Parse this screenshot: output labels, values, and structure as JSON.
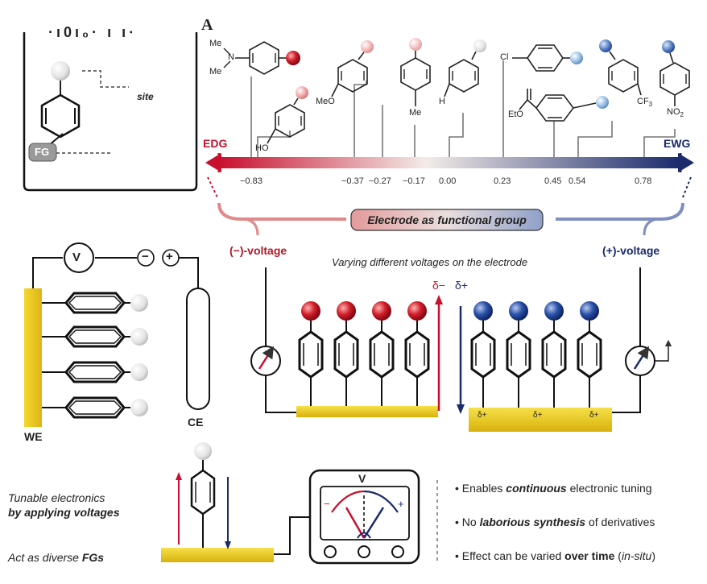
{
  "panel_label": "A",
  "inset": {
    "header_fragment": "·ı0ı₀· ı ı∙",
    "site_label": "site",
    "fg_label": "FG"
  },
  "scale": {
    "edg_label": "EDG",
    "ewg_label": "EWG",
    "values": [
      "−0.83",
      "−0.37",
      "−0.27",
      "−0.17",
      "0.00",
      "0.23",
      "0.45",
      "0.54",
      "0.78"
    ],
    "colors": {
      "edg": "#c8102e",
      "mid": "#f5eee8",
      "ewg": "#1a2a6c"
    }
  },
  "substituents": {
    "nme2_a": "Me",
    "nme2_b": "Me",
    "oh": "HO",
    "ome": "MeO",
    "me": "Me",
    "h": "H",
    "cl": "Cl",
    "oet": "EtO",
    "cf3": "CF",
    "cf3_sub": "3",
    "no2": "NO",
    "no2_sub": "2",
    "n": "N"
  },
  "banner": "Electrode as functional group",
  "voltage": {
    "neg_label": "(−)-voltage",
    "pos_label": "(+)-voltage",
    "caption": "Varying different voltages on the electrode",
    "delta_minus": "δ−",
    "delta_plus": "δ+",
    "delta_plus_small": "δ+"
  },
  "circuit": {
    "v_label": "V",
    "minus": "−",
    "plus": "+",
    "we_label": "WE",
    "ce_label": "CE"
  },
  "bottom": {
    "tunable_line1": "Tunable electronics",
    "tunable_line2": "by applying voltages",
    "diverse_prefix": "Act as diverse ",
    "diverse_bold": "FGs",
    "meter_label": "V",
    "meter_minus": "−",
    "meter_plus": "+",
    "bullet1_pre": "• Enables ",
    "bullet1_bold": "continuous",
    "bullet1_post": " electronic tuning",
    "bullet2_pre": "• No ",
    "bullet2_bold": "laborious synthesis",
    "bullet2_post": " of derivatives",
    "bullet3_pre": "• Effect can be varied ",
    "bullet3_bold": "over time",
    "bullet3_mid": " (",
    "bullet3_it": "in-situ",
    "bullet3_end": ")"
  }
}
